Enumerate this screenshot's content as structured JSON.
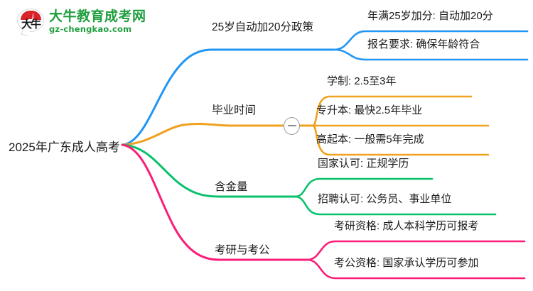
{
  "watermark": {
    "brand_name": "大牛教育成考网",
    "domain": "gz-chengkao.com",
    "logo_glyph": "大牛",
    "brand_color": "#1f9e3e",
    "logo_cap_color": "#d8222a"
  },
  "mindmap": {
    "root": {
      "label": "2025年广东成人高考"
    },
    "branches": [
      {
        "label": "25岁自动加20分政策",
        "color": "#2196f3",
        "collapsible": false,
        "children": [
          {
            "label": "年满25岁加分: 自动加20分"
          },
          {
            "label": "报名要求: 确保年龄符合"
          }
        ]
      },
      {
        "label": "毕业时间",
        "color": "#f0a11e",
        "collapsible": true,
        "toggle_state": "expanded",
        "toggle_icon": "minus-circle-icon",
        "children": [
          {
            "label": "学制: 2.5至3年"
          },
          {
            "label": "专升本: 最快2.5年毕业"
          },
          {
            "label": "高起本: 一般需5年完成"
          }
        ]
      },
      {
        "label": "含金量",
        "color": "#09c26b",
        "collapsible": false,
        "children": [
          {
            "label": "国家认可: 正规学历"
          },
          {
            "label": "招聘认可: 公务员、事业单位"
          }
        ]
      },
      {
        "label": "考研与考公",
        "color": "#fa1e78",
        "collapsible": false,
        "children": [
          {
            "label": "考研资格: 成人本科学历可报考"
          },
          {
            "label": "考公资格: 国家承认学历可参加"
          }
        ]
      }
    ]
  }
}
